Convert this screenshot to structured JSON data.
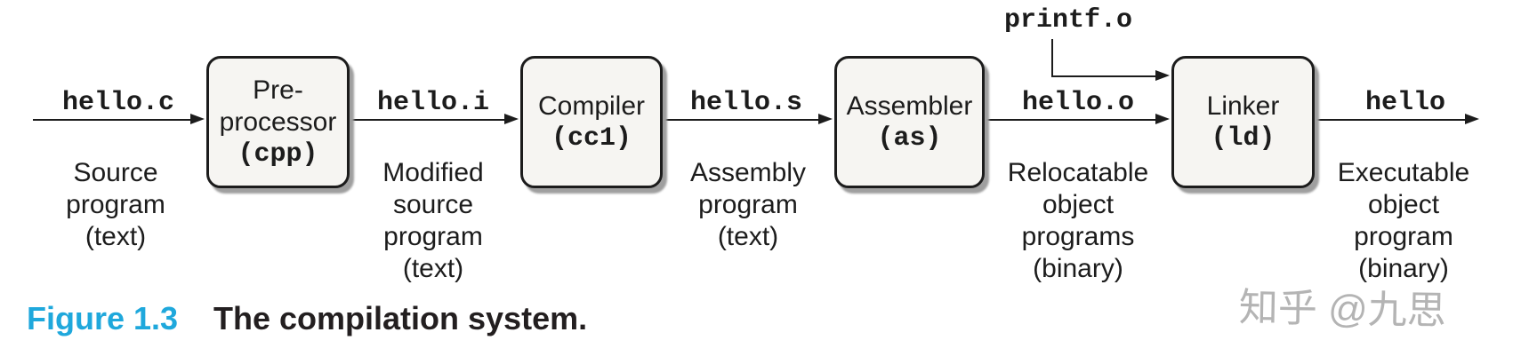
{
  "figure": {
    "caption_label": "Figure 1.3",
    "caption_text": "The compilation system.",
    "caption_accent_color": "#1fa8dc"
  },
  "watermark": {
    "text": "知乎 @九思",
    "color": "#b4b4b4"
  },
  "diagram": {
    "colors": {
      "box_fill": "#f6f5f2",
      "box_border": "#1c1c1c",
      "box_shadow": "#9f9f9f",
      "line": "#1c1c1c"
    },
    "stages": [
      {
        "name": "preprocessor",
        "label": "Pre-\nprocessor",
        "command": "(cpp)"
      },
      {
        "name": "compiler",
        "label": "Compiler",
        "command": "(cc1)"
      },
      {
        "name": "assembler",
        "label": "Assembler",
        "command": "(as)"
      },
      {
        "name": "linker",
        "label": "Linker",
        "command": "(ld)"
      }
    ],
    "artifacts": [
      {
        "file": "hello.c",
        "description": "Source\nprogram\n(text)"
      },
      {
        "file": "hello.i",
        "description": "Modified\nsource\nprogram\n(text)"
      },
      {
        "file": "hello.s",
        "description": "Assembly\nprogram\n(text)"
      },
      {
        "file": "hello.o",
        "description": "Relocatable\nobject\nprograms\n(binary)"
      },
      {
        "file": "hello",
        "description": "Executable\nobject\nprogram\n(binary)"
      }
    ],
    "extra_input": {
      "file": "printf.o"
    }
  }
}
